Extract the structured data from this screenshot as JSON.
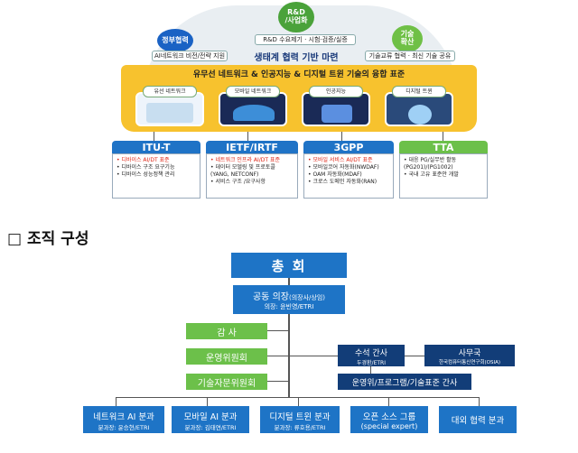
{
  "top": {
    "bubble_rnd": "R&D\n/사업화",
    "bubble_gov": "정부협력",
    "bubble_tech": "기술\n확산",
    "pill_ai": "AI네트워크 비전/전략 지원",
    "pill_rnd": "R&D 수요제기 · 시험·검증/실증",
    "pill_tech": "기술교류 협력 · 최신 기술 공유",
    "eco": "생태계 협력 기반 마련",
    "banner": "유무선 네트워크 & 인공지능 & 디지털 트윈 기술의 융합 표준",
    "thumbs": [
      "유선 네트워크",
      "모바일 네트워크",
      "인공지능",
      "디지털 트윈"
    ],
    "cards": [
      {
        "title": "ITU-T",
        "lines": [
          [
            "• 디바이스 AI/DT 표준",
            true
          ],
          [
            "• 디바이스 구조 요구기능",
            false
          ],
          [
            "• 디바이스 성능정책 관리",
            false
          ]
        ]
      },
      {
        "title": "IETF/IRTF",
        "lines": [
          [
            "• 네트워크 인프라 AI/DT 표준",
            true
          ],
          [
            "• 데이터 모델링 및 프로토콜",
            false
          ],
          [
            "  (YANG, NETCONF)",
            false
          ],
          [
            "• 서비스 구조 /요구사항",
            false
          ]
        ]
      },
      {
        "title": "3GPP",
        "lines": [
          [
            "• 모바일 서비스 AI/DT 표준",
            true
          ],
          [
            "• 모바일코어 자동화(NWDAF)",
            false
          ],
          [
            "• OAM 자동화(MDAF)",
            false
          ],
          [
            "• 크로스 도메인 자동화(RAN)",
            false
          ]
        ]
      },
      {
        "title": "TTA",
        "lines": [
          [
            "• 대응 PG/실무반 활동",
            false
          ],
          [
            "  (PG201)/(PG1002)",
            false
          ],
          [
            "• 국내 고유 표준안 개발",
            false
          ]
        ]
      }
    ]
  },
  "section_title": "□ 조직 구성",
  "org": {
    "general": "총 회",
    "chair": "공동 의장",
    "chair_small": "(의장사/상임)",
    "chair_sub": "의장: 윤빈영/ETRI",
    "audit": "감 사",
    "steering": "운영위원회",
    "tech_advisory": "기술자문위원회",
    "sec_title": "수석 간사",
    "sec_sub": "두경환/ETRI",
    "office_title": "사무국",
    "office_sub": "한국컴퓨터통신연구회(OSIA)",
    "ops": "운영위/프로그램/기술표준 간사",
    "branches": [
      {
        "title": "네트워크 AI 분과",
        "sub": "분과장: 윤승현/ETRI"
      },
      {
        "title": "모바일 AI 분과",
        "sub": "분과장: 김태연/ETRI"
      },
      {
        "title": "디지털 트윈 분과",
        "sub": "분과장: 류호용/ETRI"
      },
      {
        "title": "오픈 소스 그룹",
        "sub": "(special expert)"
      },
      {
        "title": "대외 협력 분과",
        "sub": ""
      }
    ]
  }
}
